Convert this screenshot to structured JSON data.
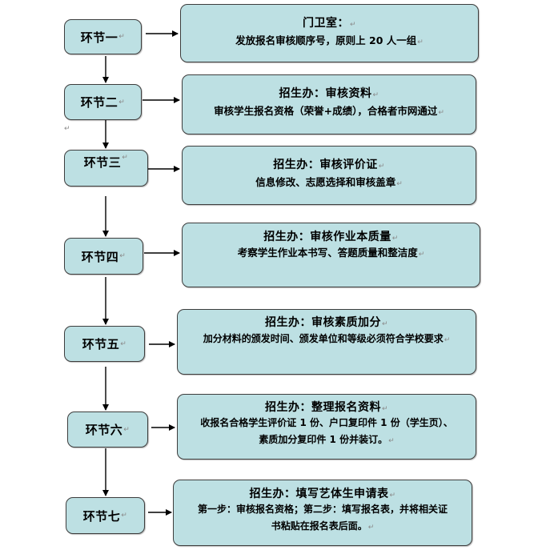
{
  "diagram": {
    "type": "flowchart",
    "steps": [
      {
        "label": "环节一",
        "office": "门卫室：",
        "lines": [
          "发放报名审核顺序号，原则上 20 人一组"
        ]
      },
      {
        "label": "环节二",
        "office": "招生办：审核资料",
        "lines": [
          "审核学生报名资格（荣誉+成绩），合格者市网通过"
        ]
      },
      {
        "label": "环节三",
        "office": "招生办：审核评价证",
        "lines": [
          "信息修改、志愿选择和审核盖章"
        ]
      },
      {
        "label": "环节四",
        "office": "招生办：审核作业本质量",
        "lines": [
          "考察学生作业本书写、答题质量和整洁度"
        ]
      },
      {
        "label": "环节五",
        "office": "招生办：审核素质加分",
        "lines": [
          "加分材料的颁发时间、颁发单位和等级必须符合学校要求"
        ]
      },
      {
        "label": "环节六",
        "office": "招生办：整理报名资料",
        "lines": [
          "收报名合格学生评价证 1 份、户口复印件 1 份（学生页）、",
          "素质加分复印件 1 份并装订。"
        ]
      },
      {
        "label": "环节七",
        "office": "招生办：填写艺体生申请表",
        "lines": [
          "第一步：审核报名资格；第二步：填写报名表，并将相关证",
          "书粘贴在报名表后面。"
        ]
      }
    ],
    "paragraph_mark": "↵",
    "colors": {
      "box_fill": "#bde0e3",
      "box_border": "#3d3d3d",
      "arrow": "#000000"
    }
  }
}
